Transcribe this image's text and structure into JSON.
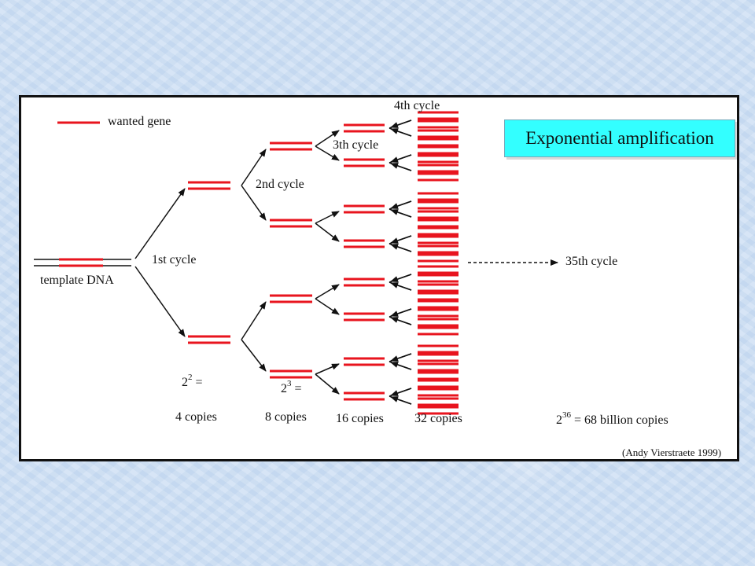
{
  "title": "Exponential amplification",
  "legend": {
    "label": "wanted gene"
  },
  "template_label": "template DNA",
  "cycles": {
    "first": "1st cycle",
    "second": "2nd cycle",
    "third": "3th cycle",
    "fourth": "4th cycle",
    "final": "35th cycle"
  },
  "counts": {
    "c4": {
      "base": "2",
      "exp": "2",
      "eq": " =",
      "label": "4 copies"
    },
    "c8": {
      "base": "2",
      "exp": "3",
      "eq": " =",
      "label": "8 copies"
    },
    "c16": {
      "label": "16 copies"
    },
    "c32": {
      "label": "32 copies"
    },
    "final": {
      "base": "2",
      "exp": "36",
      "text": " = 68 billion copies"
    }
  },
  "credit": "(Andy Vierstraete 1999)",
  "colors": {
    "gene": "#e8141e",
    "accent": "#33ffff",
    "ink": "#111111"
  }
}
